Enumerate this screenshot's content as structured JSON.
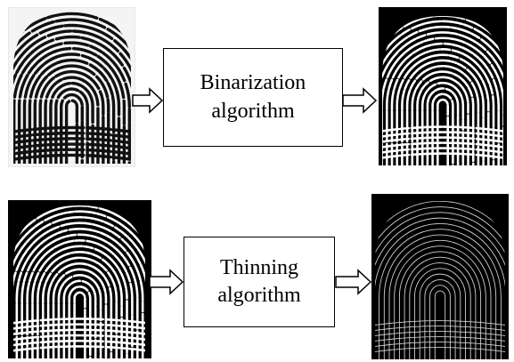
{
  "diagram": {
    "row1": {
      "input_image": "fingerprint-grayscale",
      "step": {
        "line1": "Binarization",
        "line2": "algorithm"
      },
      "output_image": "fingerprint-binarized"
    },
    "row2": {
      "input_image": "fingerprint-binarized",
      "step": {
        "line1": "Thinning",
        "line2": "algorithm"
      },
      "output_image": "fingerprint-thinned"
    }
  },
  "colors": {
    "ridge_dark": "#111111",
    "paper": "#f4f4f4",
    "black_bg": "#000000",
    "ridge_white": "#ffffff",
    "thin_line": "#cfcfcf"
  }
}
